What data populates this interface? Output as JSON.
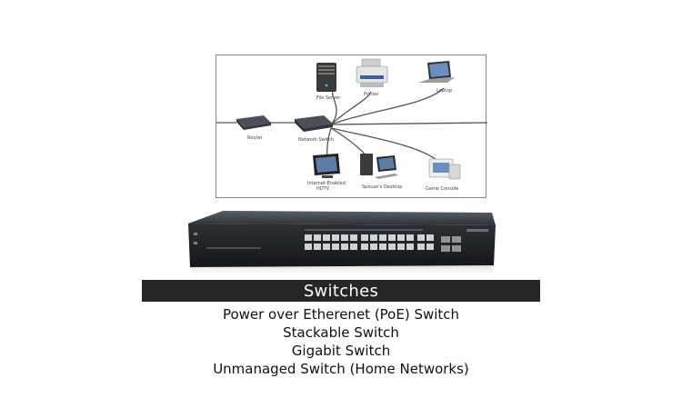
{
  "diagram": {
    "devices": [
      {
        "label": "File Server",
        "icon": "file-server-icon"
      },
      {
        "label": "Printer",
        "icon": "printer-icon"
      },
      {
        "label": "Laptop",
        "icon": "laptop-icon"
      },
      {
        "label": "Router",
        "icon": "router-icon"
      },
      {
        "label": "Network Switch",
        "icon": "network-switch-icon"
      },
      {
        "label": "Internet-Enabled HDTV",
        "icon": "hdtv-icon"
      },
      {
        "label": "Spouse's Desktop",
        "icon": "desktop-icon"
      },
      {
        "label": "Game Console",
        "icon": "game-console-icon"
      }
    ]
  },
  "photo": {
    "icon": "rack-switch-icon"
  },
  "banner": {
    "title": "Switches"
  },
  "types": [
    "Power over Etherenet (PoE) Switch",
    "Stackable Switch",
    "Gigabit Switch",
    "Unmanaged Switch (Home Networks)"
  ]
}
